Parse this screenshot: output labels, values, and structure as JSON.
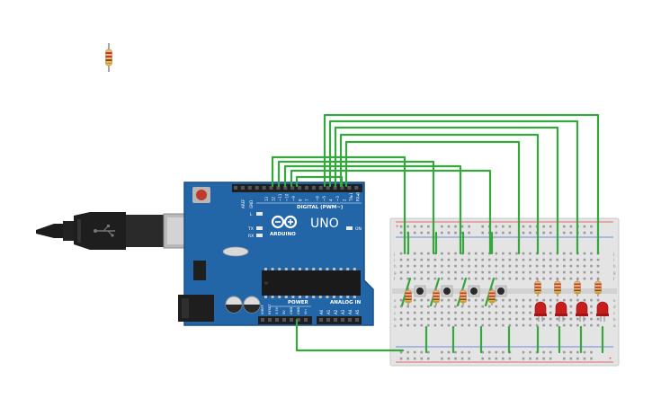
{
  "board": {
    "brand": "ARDUINO",
    "model": "UNO",
    "digital_label": "DIGITAL (PWM~)",
    "analog_label": "ANALOG IN",
    "power_label": "POWER",
    "on_label": "ON",
    "tx_label": "TX",
    "rx_label": "RX",
    "l_label": "L",
    "aref_label": "AREF",
    "gnd_label": "GND",
    "digital_pins": [
      "13",
      "12",
      "~11",
      "~10",
      "~9",
      "8",
      "7",
      "~6",
      "~5",
      "4",
      "~3",
      "2",
      "TX▸1",
      "RX◂0"
    ],
    "power_pins": [
      "IOREF",
      "RESET",
      "3.3V",
      "5V",
      "GND",
      "GND",
      "Vin"
    ],
    "analog_pins": [
      "A0",
      "A1",
      "A2",
      "A3",
      "A4",
      "A5"
    ]
  },
  "breadboard": {
    "row_letters_top": [
      "j",
      "i",
      "h",
      "g",
      "f"
    ],
    "row_letters_bottom": [
      "e",
      "d",
      "c",
      "b",
      "a"
    ],
    "plus_label": "+",
    "minus_label": "−"
  },
  "colors": {
    "wire": "#36a63e",
    "board": "#2366a8",
    "board_edge": "#1a4f86",
    "breadboard": "#e4e4e4",
    "led": "#c81d1d",
    "resistor": "#e8b874",
    "rail_red": "#e04545",
    "rail_blue": "#4a6fd0"
  }
}
